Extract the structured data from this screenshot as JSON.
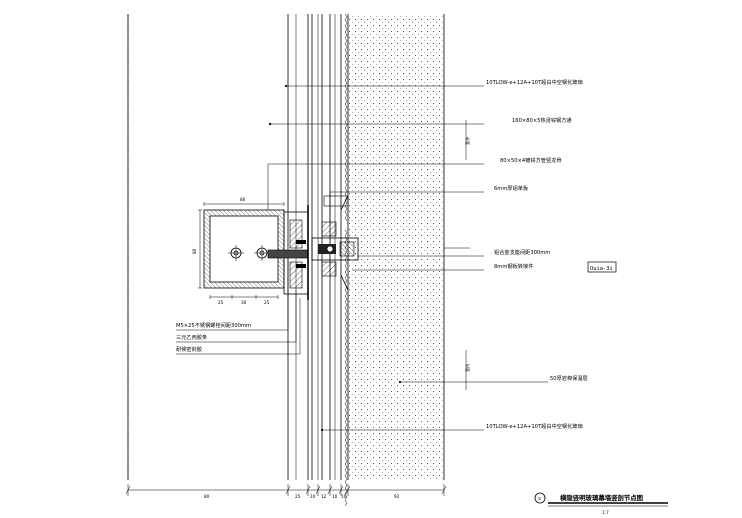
{
  "drawing": {
    "title": "横隐竖明玻璃幕墙竖剖节点图",
    "scale": "1:7",
    "title_index": "①",
    "reference_tag": "Ouia-3i",
    "annotations": [
      {
        "id": "glass-top",
        "text": "10TLOW-e+12A+10T超白中空钢化玻璃"
      },
      {
        "id": "steel-beam",
        "text": "160×80×5热浸锌钢方通"
      },
      {
        "id": "steel-tube",
        "text": "80×50×4镀锌方管竖龙骨"
      },
      {
        "id": "aluminum-plate",
        "text": "6mm厚铝单板"
      },
      {
        "id": "bracket",
        "text": "铝合金支座间距300mm"
      },
      {
        "id": "steel-plate",
        "text": "8mm钢板转接件"
      },
      {
        "id": "bolt",
        "text": "M5×25不锈钢螺栓间距300mm"
      },
      {
        "id": "gasket",
        "text": "三元乙丙胶条"
      },
      {
        "id": "seal",
        "text": "耐候密封胶"
      },
      {
        "id": "insulation",
        "text": "50厚岩棉保温层"
      },
      {
        "id": "glass-bottom",
        "text": "10TLOW-e+12A+10T超白中空钢化玻璃"
      }
    ],
    "side_labels": [
      "室外",
      "室内"
    ],
    "dimensions": {
      "bottom": [
        "80",
        "25",
        "10",
        "12",
        "10",
        "10",
        "92"
      ],
      "box_top": "80",
      "box_side": "80",
      "box_inner": [
        "25",
        "30",
        "25"
      ]
    }
  }
}
